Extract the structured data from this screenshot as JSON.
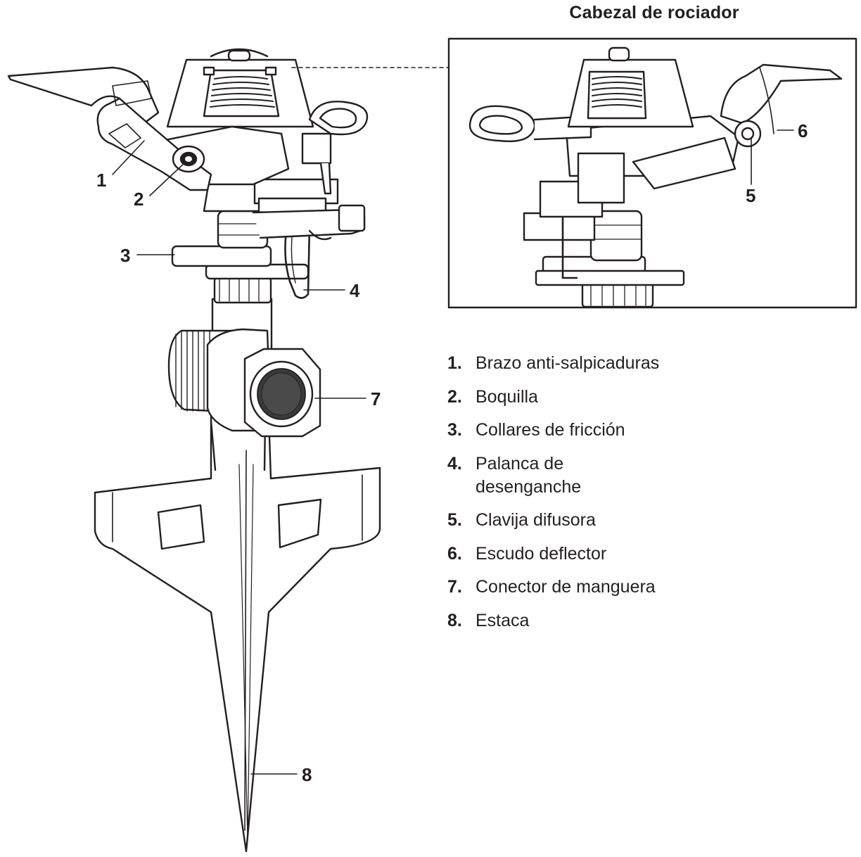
{
  "inset": {
    "title": "Cabezal de rociador"
  },
  "callouts": [
    {
      "id": "1",
      "label": "1"
    },
    {
      "id": "2",
      "label": "2"
    },
    {
      "id": "3",
      "label": "3"
    },
    {
      "id": "4",
      "label": "4"
    },
    {
      "id": "5",
      "label": "5"
    },
    {
      "id": "6",
      "label": "6"
    },
    {
      "id": "7",
      "label": "7"
    },
    {
      "id": "8",
      "label": "8"
    }
  ],
  "legend": [
    {
      "num": "1.",
      "text": "Brazo anti-salpicaduras"
    },
    {
      "num": "2.",
      "text": "Boquilla"
    },
    {
      "num": "3.",
      "text": "Collares de fricción"
    },
    {
      "num": "4.",
      "text": "Palanca de desenganche"
    },
    {
      "num": "5.",
      "text": "Clavija difusora"
    },
    {
      "num": "6.",
      "text": "Escudo deflector"
    },
    {
      "num": "7.",
      "text": "Conector de manguera"
    },
    {
      "num": "8.",
      "text": "Estaca"
    }
  ],
  "colors": {
    "ink": "#231f20",
    "paper": "#ffffff",
    "screen": "#3a3a3a"
  }
}
